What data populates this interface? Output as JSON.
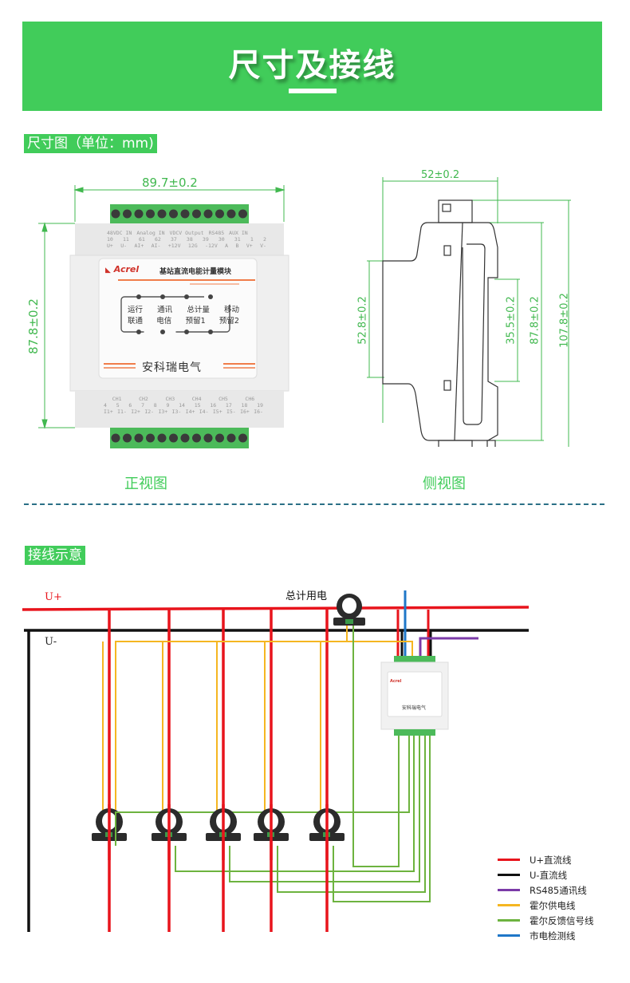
{
  "banner": {
    "title": "尺寸及接线"
  },
  "section_dimensions": {
    "label": "尺寸图（单位：mm)",
    "front_view": {
      "caption": "正视图",
      "width_dim": "89.7±0.2",
      "height_dim": "87.8±0.2",
      "top_terminal_labels": {
        "groups": [
          "48VDC IN",
          "Analog IN",
          "VDCV Output",
          "RS485",
          "AUX IN"
        ],
        "numbers": [
          "10",
          "11",
          "61",
          "62",
          "37",
          "38",
          "39",
          "30",
          "31",
          "1",
          "2"
        ],
        "signals": [
          "U+",
          "U-",
          "AI+",
          "AI-",
          "+12V",
          "12G",
          "-12V",
          "A",
          "B",
          "V+",
          "V-"
        ]
      },
      "brand": "Acrel",
      "product_name": "基站直流电能计量模块",
      "indicators_top": [
        "运行",
        "通讯",
        "总计量",
        "移动"
      ],
      "indicators_bottom": [
        "联通",
        "电信",
        "预留1",
        "预留2"
      ],
      "company": "安科瑞电气",
      "bottom_terminal_labels": {
        "channels": [
          "CH1",
          "CH2",
          "CH3",
          "CH4",
          "CH5",
          "CH6"
        ],
        "numbers": [
          "4",
          "5",
          "6",
          "7",
          "8",
          "9",
          "14",
          "15",
          "16",
          "17",
          "18",
          "19"
        ],
        "signals": [
          "I1+",
          "I1-",
          "I2+",
          "I2-",
          "I3+",
          "I3-",
          "I4+",
          "I4-",
          "I5+",
          "I5-",
          "I6+",
          "I6-"
        ]
      }
    },
    "side_view": {
      "caption": "侧视图",
      "width_dim": "52±0.2",
      "dims": [
        "52.8±0.2",
        "35.5±0.2",
        "87.8±0.2",
        "107.8±0.2"
      ]
    }
  },
  "section_wiring": {
    "label": "接线示意",
    "bus_plus": "U+",
    "bus_minus": "U-",
    "total_label": "总计用电",
    "module_brand": "Acrel",
    "module_company": "安科瑞电气",
    "legend": [
      {
        "label": "U+直流线",
        "color": "#e8141c"
      },
      {
        "label": "U-直流线",
        "color": "#111111"
      },
      {
        "label": "RS485通讯线",
        "color": "#7b3aa8"
      },
      {
        "label": "霍尔供电线",
        "color": "#f5b621"
      },
      {
        "label": "霍尔反馈信号线",
        "color": "#6db33f"
      },
      {
        "label": "市电检测线",
        "color": "#1f77c8"
      }
    ]
  },
  "colors": {
    "accent": "#41cc5a",
    "dim_green": "#41b84f",
    "divider": "#2a6f86"
  }
}
